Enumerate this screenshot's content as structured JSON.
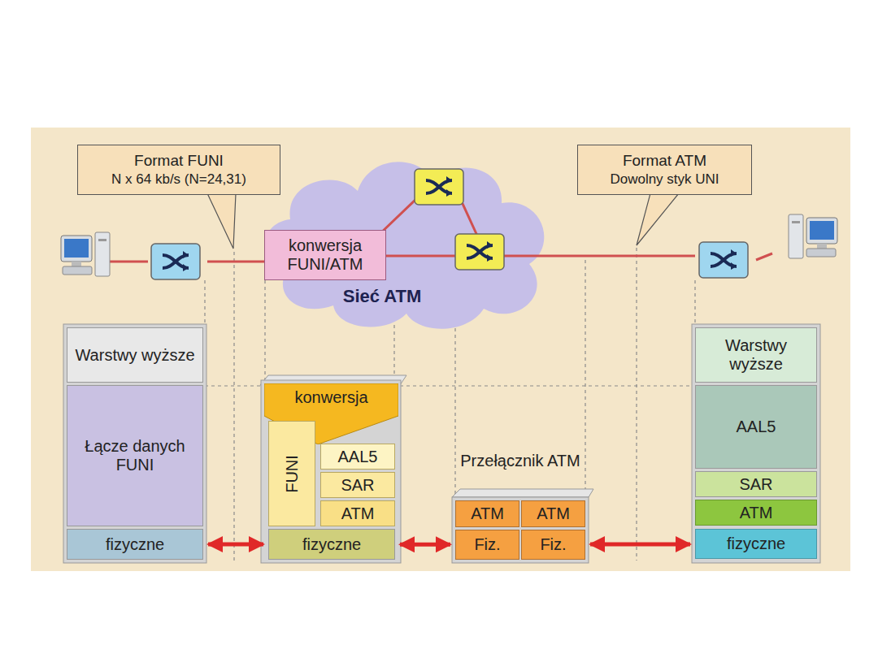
{
  "diagram": {
    "nodes": [
      {
        "text": [
          "Format FUNI",
          "N x 64 kb/s (N=24,31)"
        ]
      },
      {
        "text": [
          "Format ATM",
          "Dowolny styk UNI"
        ]
      },
      {
        "text": [
          "Sieć ATM"
        ]
      },
      {
        "text": [
          "konwersja FUNI/ATM"
        ],
        "in": 2
      },
      {
        "text": [
          "Warstwy wyższe"
        ]
      },
      {
        "text": [
          "Łącze danych FUNI"
        ]
      },
      {
        "text": [
          "fizyczne"
        ]
      },
      {
        "text": [
          "konwersja"
        ]
      },
      {
        "text": [
          "FUNI"
        ]
      },
      {
        "text": [
          "AAL5"
        ]
      },
      {
        "text": [
          "SAR"
        ]
      },
      {
        "text": [
          "ATM"
        ]
      },
      {
        "text": [
          "fizyczne"
        ]
      },
      {
        "text": [
          "ATM"
        ]
      },
      {
        "text": [
          "ATM"
        ]
      },
      {
        "text": [
          "Fiz."
        ]
      },
      {
        "text": [
          "Fiz."
        ]
      },
      {
        "text": [
          "Warstwy wyższe"
        ]
      },
      {
        "text": [
          "AAL5"
        ]
      },
      {
        "text": [
          "SAR"
        ]
      },
      {
        "text": [
          "ATM"
        ]
      },
      {
        "text": [
          "fizyczne"
        ]
      }
    ],
    "edges": [
      {
        "from": 6,
        "to": 12,
        "arrow": "both"
      },
      {
        "from": 12,
        "to": 15,
        "arrow": "both"
      },
      {
        "from": 16,
        "to": 21,
        "arrow": "both"
      }
    ],
    "labels": [
      "Przełącznik ATM"
    ]
  }
}
